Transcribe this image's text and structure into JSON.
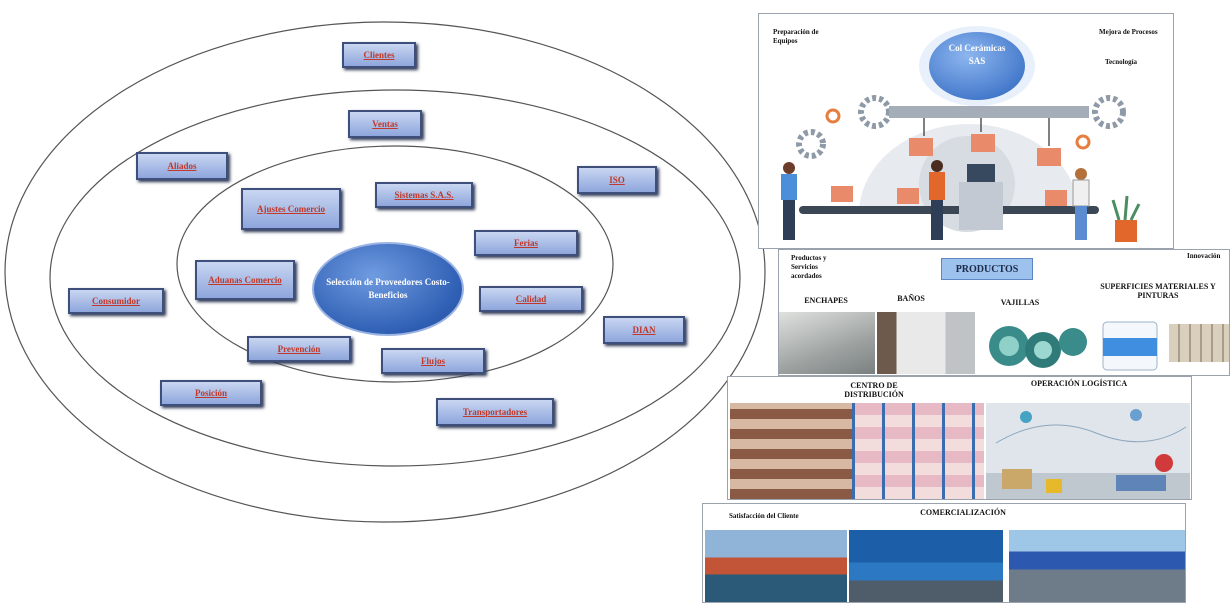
{
  "diagram": {
    "center": "Selección de Proveedores Costo-Beneficios",
    "inner_ring": [
      {
        "label": "Ajustes Comercio"
      },
      {
        "label": "Sistemas S.A.S."
      },
      {
        "label": "Aduanas Comercio"
      },
      {
        "label": "Ferias"
      },
      {
        "label": "Calidad"
      },
      {
        "label": "Prevención"
      },
      {
        "label": "Flujos"
      }
    ],
    "middle_ring": [
      {
        "label": "Ventas"
      },
      {
        "label": "Aliados"
      },
      {
        "label": "ISO"
      },
      {
        "label": "Consumidor"
      },
      {
        "label": "DIAN"
      },
      {
        "label": "Posición"
      },
      {
        "label": "Transportadores"
      }
    ],
    "outer_ring": [
      {
        "label": "Clientes"
      }
    ]
  },
  "top_panel": {
    "left_text": "Preparación de Equipos",
    "right_text_1": "Mejora de Procesos",
    "right_text_2": "Tecnología",
    "company": "Col Cerámicas SAS"
  },
  "products_panel": {
    "left_text": "Productos y Servicios acordados",
    "title": "PRODUCTOS",
    "right_text": "Innovación",
    "categories": [
      "ENCHAPES",
      "BAÑOS",
      "VAJILLAS",
      "SUPERFICIES MATERIALES Y PINTURAS"
    ]
  },
  "distribution_panel": {
    "left_title": "CENTRO DE DISTRIBUCIÓN",
    "right_title": "OPERACIÓN LOGÍSTICA"
  },
  "commerce_panel": {
    "left_text": "Satisfacción del Cliente",
    "title": "COMERCIALIZACIÓN"
  },
  "colors": {
    "label_fill": "#a9bbe6",
    "label_text": "#c0392b",
    "center_fill": "#2f5fb4",
    "ring_stroke": "#555555"
  }
}
